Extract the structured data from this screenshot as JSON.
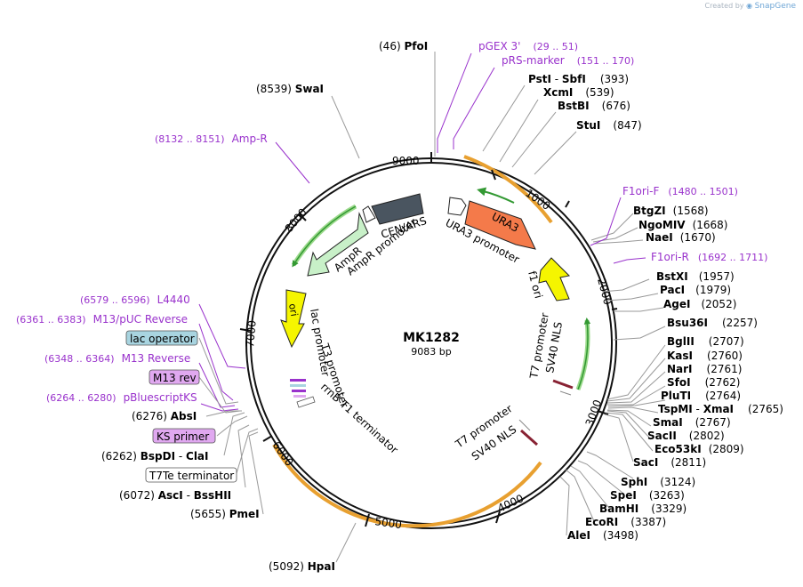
{
  "app": {
    "credit_prefix": "Created by",
    "credit_brand": "SnapGene"
  },
  "plasmid": {
    "name": "MK1282",
    "length_label": "9083 bp",
    "length": 9083
  },
  "ticks": [
    "1000",
    "2000",
    "3000",
    "4000",
    "5000",
    "6000",
    "7000",
    "8000",
    "9000"
  ],
  "enzymes": [
    {
      "name": "PfoI",
      "pos": "(46)"
    },
    {
      "name": "SwaI",
      "pos": "(8539)"
    },
    {
      "name": "PstI",
      "pos": "(393)",
      "partner": "SbfI"
    },
    {
      "name": "XcmI",
      "pos": "(539)"
    },
    {
      "name": "BstBI",
      "pos": "(676)"
    },
    {
      "name": "StuI",
      "pos": "(847)"
    },
    {
      "name": "BtgZI",
      "pos": "(1568)"
    },
    {
      "name": "NgoMIV",
      "pos": "(1668)"
    },
    {
      "name": "NaeI",
      "pos": "(1670)"
    },
    {
      "name": "BstXI",
      "pos": "(1957)"
    },
    {
      "name": "PacI",
      "pos": "(1979)"
    },
    {
      "name": "AgeI",
      "pos": "(2052)"
    },
    {
      "name": "Bsu36I",
      "pos": "(2257)"
    },
    {
      "name": "BglII",
      "pos": "(2707)"
    },
    {
      "name": "KasI",
      "pos": "(2760)"
    },
    {
      "name": "NarI",
      "pos": "(2761)"
    },
    {
      "name": "SfoI",
      "pos": "(2762)"
    },
    {
      "name": "PluTI",
      "pos": "(2764)"
    },
    {
      "name": "TspMI",
      "pos": "(2765)",
      "partner": "XmaI"
    },
    {
      "name": "SmaI",
      "pos": "(2767)"
    },
    {
      "name": "SacII",
      "pos": "(2802)"
    },
    {
      "name": "Eco53kI",
      "pos": "(2809)"
    },
    {
      "name": "SacI",
      "pos": "(2811)"
    },
    {
      "name": "SphI",
      "pos": "(3124)"
    },
    {
      "name": "SpeI",
      "pos": "(3263)"
    },
    {
      "name": "BamHI",
      "pos": "(3329)"
    },
    {
      "name": "EcoRI",
      "pos": "(3387)"
    },
    {
      "name": "AleI",
      "pos": "(3498)"
    },
    {
      "name": "HpaI",
      "pos": "(5092)"
    },
    {
      "name": "PmeI",
      "pos": "(5655)"
    },
    {
      "name": "AscI",
      "pos": "(6072)",
      "partner": "BssHII"
    },
    {
      "name": "BspDI",
      "pos": "(6262)",
      "partner": "ClaI"
    },
    {
      "name": "AbsI",
      "pos": "(6276)"
    }
  ],
  "primers": [
    {
      "name": "pGEX 3'",
      "range": "(29 .. 51)"
    },
    {
      "name": "pRS-marker",
      "range": "(151 .. 170)"
    },
    {
      "name": "Amp-R",
      "range": "(8132 .. 8151)"
    },
    {
      "name": "F1ori-F",
      "range": "(1480 .. 1501)"
    },
    {
      "name": "F1ori-R",
      "range": "(1692 .. 1711)"
    },
    {
      "name": "L4440",
      "range": "(6579 .. 6596)"
    },
    {
      "name": "M13/pUC Reverse",
      "range": "(6361 .. 6383)"
    },
    {
      "name": "M13 Reverse",
      "range": "(6348 .. 6364)"
    },
    {
      "name": "pBluescriptKS",
      "range": "(6264 .. 6280)"
    }
  ],
  "boxed_features": [
    {
      "name": "lac operator",
      "fill": "#a8d4e0"
    },
    {
      "name": "M13 rev",
      "fill": "#e0a8f0"
    },
    {
      "name": "KS primer",
      "fill": "#e0a8f0"
    },
    {
      "name": "T7Te terminator",
      "fill": "#ffffff"
    }
  ],
  "features": [
    {
      "name": "URA3",
      "color": "#f47a4a"
    },
    {
      "name": "URA3 promoter"
    },
    {
      "name": "CEN/ARS",
      "color": "#4a5560"
    },
    {
      "name": "AmpR",
      "color": "#c8f0c8"
    },
    {
      "name": "AmpR promoter"
    },
    {
      "name": "f1 ori",
      "color": "#f5f500"
    },
    {
      "name": "ori",
      "color": "#f5f500"
    },
    {
      "name": "lac promoter"
    },
    {
      "name": "T3 promoter"
    },
    {
      "name": "rrnB T1 terminator"
    },
    {
      "name": "T7 promoter"
    },
    {
      "name": "SV40 NLS"
    }
  ],
  "colors": {
    "primer": "#9932cc",
    "ring": "#111111",
    "orange": "#e8a030",
    "green": "#339933"
  }
}
